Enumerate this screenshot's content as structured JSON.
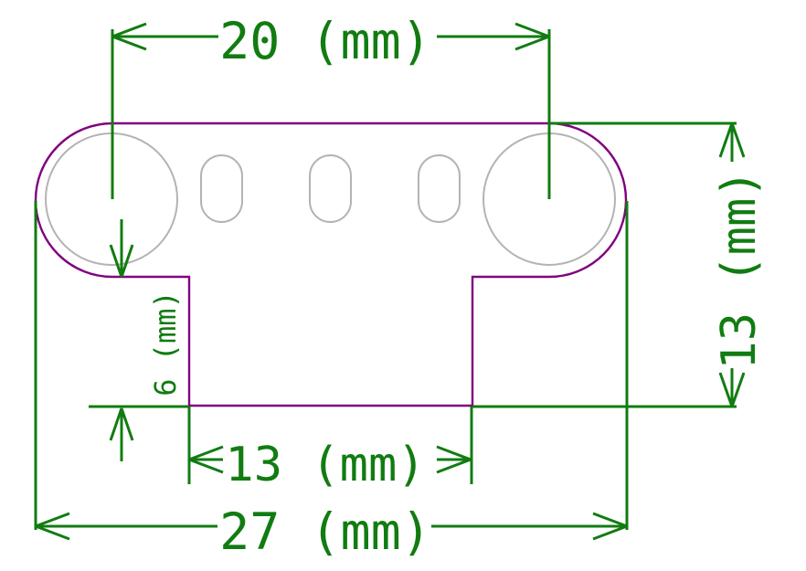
{
  "drawing": {
    "type": "technical-dimension-drawing",
    "background": "#ffffff",
    "colors": {
      "dimension_green": "#117c11",
      "outline_purple": "#800080",
      "hole_gray": "#b3b3b3"
    },
    "dimensions": {
      "hole_spacing": {
        "label": "20 (mm)",
        "value": 20,
        "unit": "mm",
        "orientation": "horizontal"
      },
      "overall_height": {
        "label": "13 (mm)",
        "value": 13,
        "unit": "mm",
        "orientation": "vertical"
      },
      "tab_height": {
        "label": "6 (mm)",
        "value": 6,
        "unit": "mm",
        "orientation": "vertical"
      },
      "tab_width": {
        "label": "13 (mm)",
        "value": 13,
        "unit": "mm",
        "orientation": "horizontal"
      },
      "overall_width": {
        "label": "27 (mm)",
        "value": 27,
        "unit": "mm",
        "orientation": "horizontal"
      }
    }
  }
}
